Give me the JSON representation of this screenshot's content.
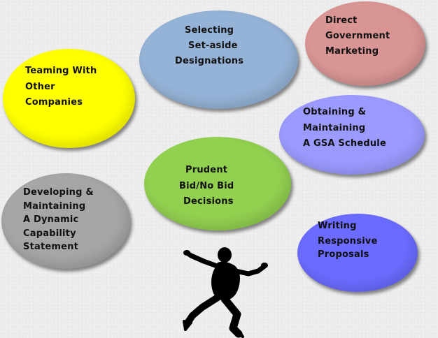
{
  "colors": {
    "teaming": "#ffff00",
    "setaside": "#95b3d7",
    "direct": "#d99594",
    "gsa": "#9b9bff",
    "bidnobid": "#92d050",
    "capability": "#a6a6a6",
    "proposals": "#6b6bff",
    "figure": "#000000"
  },
  "bubbles": {
    "teaming": [
      "Teaming With",
      "Other",
      "Companies"
    ],
    "setaside": [
      "Selecting",
      "Set-aside",
      "Designations"
    ],
    "direct": [
      "Direct",
      "Government",
      "Marketing"
    ],
    "gsa": [
      "Obtaining &",
      "Maintaining",
      "A GSA Schedule"
    ],
    "bidnobid": [
      "Prudent",
      "Bid/No Bid",
      "Decisions"
    ],
    "capability": [
      "Developing &",
      "Maintaining",
      "A Dynamic",
      "Capability",
      "Statement"
    ],
    "proposals": [
      "Writing",
      "Responsive",
      "Proposals"
    ]
  },
  "figure_icon": "jumping-person-silhouette-icon"
}
